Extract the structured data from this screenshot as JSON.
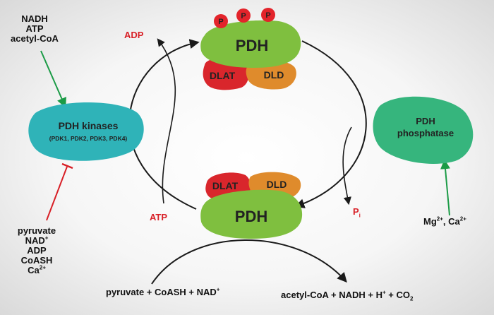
{
  "complex_top": {
    "pdh_label": "PDH",
    "dlat_label": "DLAT",
    "dld_label": "DLD",
    "phosphate_labels": [
      "P",
      "P",
      "P"
    ]
  },
  "complex_bottom": {
    "pdh_label": "PDH",
    "dlat_label": "DLAT",
    "dld_label": "DLD"
  },
  "kinases": {
    "title": "PDH kinases",
    "subtitle": "(PDK1, PDK2, PDK3, PDK4)",
    "activators": [
      "NADH",
      "ATP",
      "acetyl-CoA"
    ],
    "inhibitors": [
      "pyruvate",
      "NAD",
      "ADP",
      "CoASH",
      "Ca"
    ],
    "inhibitor_superscripts": [
      "",
      "+",
      "",
      "",
      "2+"
    ]
  },
  "phosphatase": {
    "title_line1": "PDH",
    "title_line2": "phosphatase",
    "activator_mg": "Mg",
    "activator_mg_sup": "2+",
    "activator_sep": ", ",
    "activator_ca": "Ca",
    "activator_ca_sup": "2+"
  },
  "cofactors": {
    "adp": "ADP",
    "atp": "ATP",
    "pi": "P",
    "pi_sub": "i"
  },
  "reaction": {
    "substrates": "pyruvate + CoASH + NAD",
    "substrates_sup": "+",
    "products_part1": "acetyl-CoA + NADH + H",
    "products_sup": "+",
    "products_part2": " + CO",
    "products_sub": "2"
  },
  "colors": {
    "pdh_green": "#7fbf3f",
    "dlat_red": "#d9262c",
    "dld_orange": "#df8b2c",
    "phosphate_red": "#e3242b",
    "kinase_teal": "#2fb3b8",
    "phosphatase_green": "#36b57d",
    "activation_arrow": "#1b9b46",
    "inhibition_line": "#d81f26",
    "label_red": "#d81f26"
  }
}
